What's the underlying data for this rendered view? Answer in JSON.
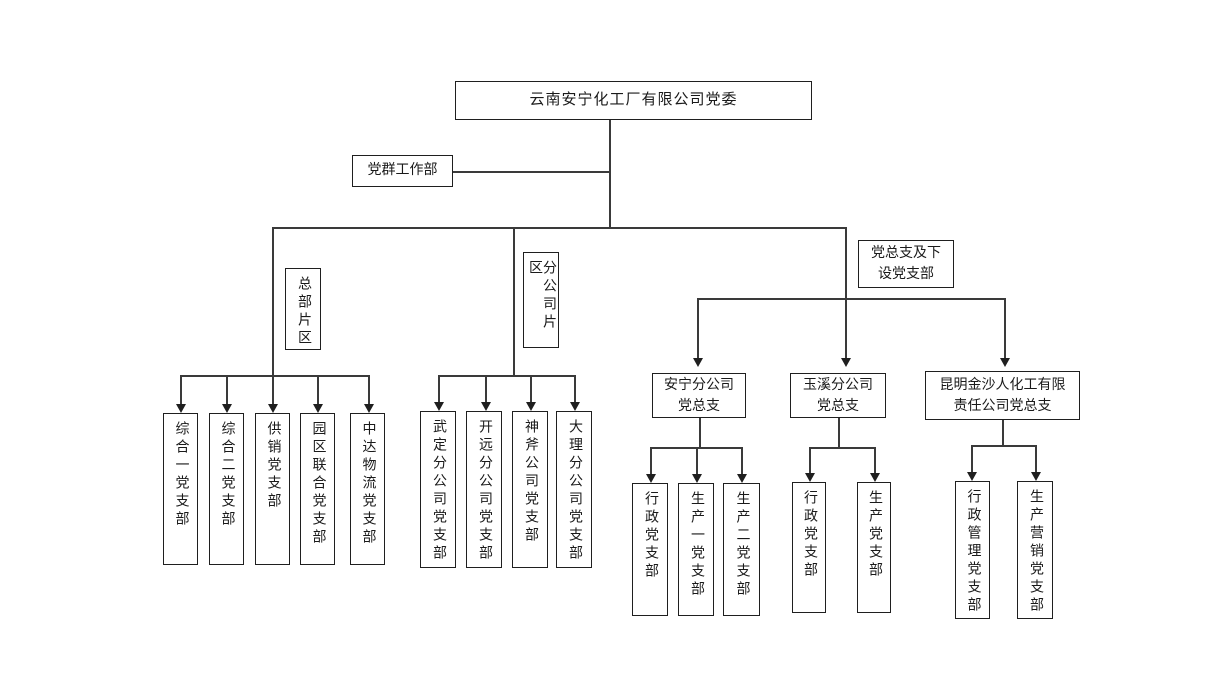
{
  "title": "云南安宁化工厂有限公司党委",
  "party_mass_dept": "党群工作部",
  "zones": {
    "hq": "总部片区",
    "branch": "分公司片区",
    "general_lines": [
      "党总支及下",
      "设党支部"
    ]
  },
  "hq_branches": [
    "综合一党支部",
    "综合二党支部",
    "供销党支部",
    "园区联合党支部",
    "中达物流党支部"
  ],
  "company_branches": [
    "武定分公司党支部",
    "开远分公司党支部",
    "神斧公司党支部",
    "大理分公司党支部"
  ],
  "general_branches": [
    {
      "lines": [
        "安宁分公司",
        "党总支"
      ],
      "children": [
        "行政党支部",
        "生产一党支部",
        "生产二党支部"
      ]
    },
    {
      "lines": [
        "玉溪分公司",
        "党总支"
      ],
      "children": [
        "行政党支部",
        "生产党支部"
      ]
    },
    {
      "lines": [
        "昆明金沙人化工有限",
        "责任公司党总支"
      ],
      "children": [
        "行政管理党支部",
        "生产营销党支部"
      ]
    }
  ]
}
